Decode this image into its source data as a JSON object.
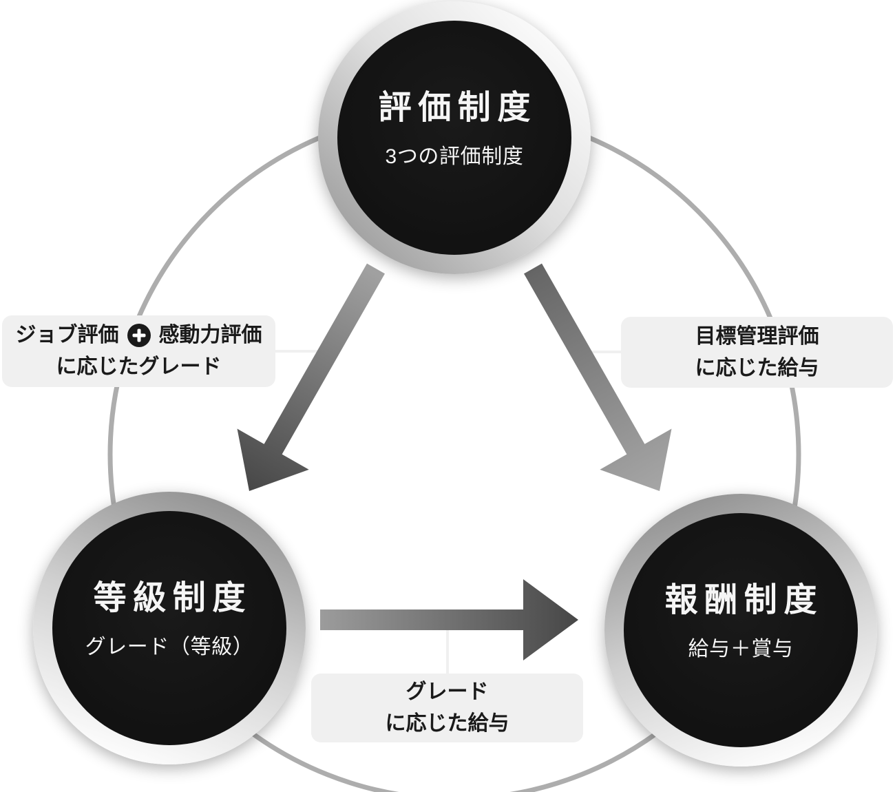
{
  "diagram": {
    "nodes": {
      "evaluation": {
        "title": "評価制度",
        "subtitle": "3つの評価制度"
      },
      "grade": {
        "title": "等級制度",
        "subtitle": "グレード（等級）"
      },
      "compensation": {
        "title": "報酬制度",
        "subtitle": "給与＋賞与"
      }
    },
    "labels": {
      "left": {
        "line1_start": "ジョブ評価",
        "icon": "plus-icon",
        "line1_end": "感動力評価",
        "line2": "に応じたグレード"
      },
      "right": {
        "line1": "目標管理評価",
        "line2": "に応じた給与"
      },
      "bottom": {
        "line1": "グレード",
        "line2": "に応じた給与"
      }
    },
    "colors": {
      "page_bg": "#ffffff",
      "node_fill": "#121212",
      "node_text": "#f5f5f5",
      "label_bg": "#f0f0f0",
      "label_text": "#1a1a1a",
      "orbit": "#adadad",
      "connector": "#f0f0f0",
      "arrow_start_left": "#a2a2a2",
      "arrow_end_left": "#474747",
      "arrow_start_right": "#656565",
      "arrow_end_right": "#a6a6a6",
      "arrow_start_h": "#9c9c9c",
      "arrow_end_h": "#474747",
      "plus_icon_bg": "#1a1a1a",
      "plus_icon_glyph": "#ffffff"
    }
  }
}
